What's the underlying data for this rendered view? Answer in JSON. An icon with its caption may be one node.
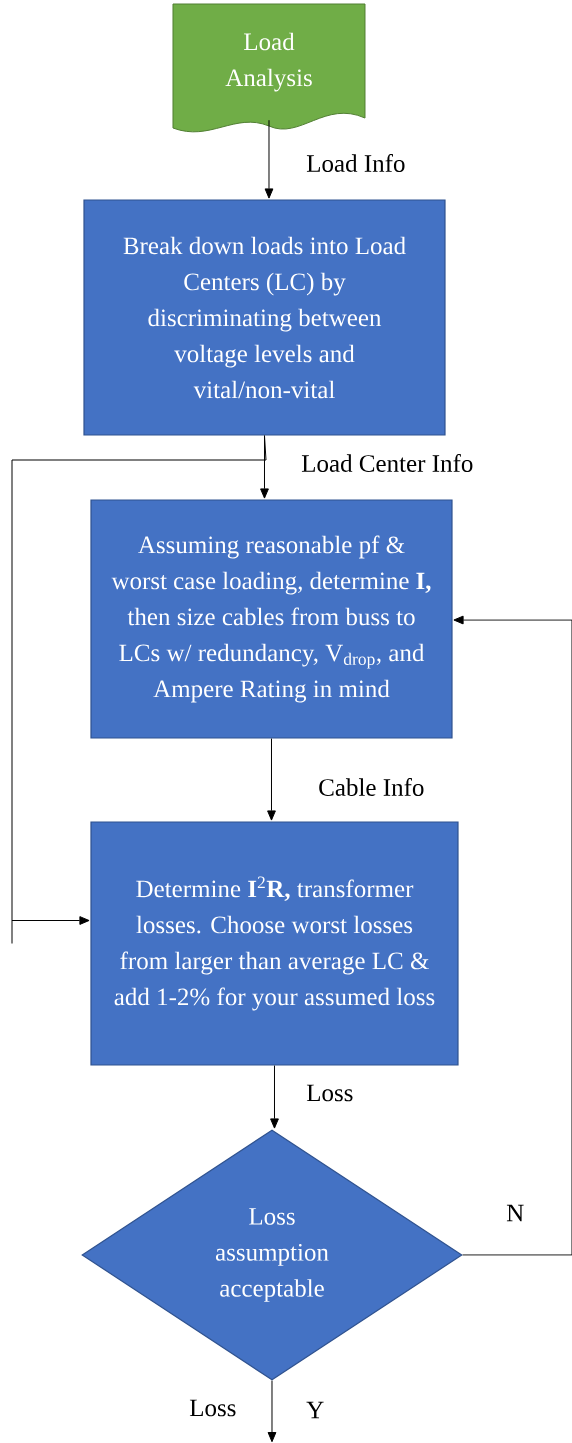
{
  "diagram": {
    "nodes": [
      {
        "text": [
          "Load Analysis"
        ]
      },
      {
        "text": [
          "Break down loads into Load Centers (LC) by discriminating between voltage levels and vital/non-vital"
        ]
      },
      {
        "text": [
          "Assuming reasonable pf & worst case loading, determine **I,** then size cables from buss to LCs w/ redundancy, V$_{drop}$, and Ampere Rating in mind"
        ]
      },
      {
        "text": [
          "Determine **I**$^{2}$**R,** transformer losses. Choose worst losses from larger than average LC & add 1-2% for your assumed loss"
        ]
      },
      {
        "text": [
          "Loss assumption acceptable"
        ]
      }
    ],
    "edges": [
      {
        "from": 0,
        "to": 1,
        "arrow": "to",
        "label": "Load Info"
      },
      {
        "from": 1,
        "to": 2,
        "arrow": "to",
        "label": "Load Center Info"
      },
      {
        "from": 1,
        "to": 3,
        "arrow": "to"
      },
      {
        "from": 2,
        "to": 3,
        "arrow": "to",
        "label": "Cable Info"
      },
      {
        "from": 3,
        "to": 4,
        "arrow": "to",
        "label": "Loss"
      },
      {
        "from": 4,
        "to": 2,
        "arrow": "to",
        "label": "N"
      },
      {
        "from": 4,
        "to": null,
        "arrow": "to",
        "label": "Y"
      }
    ],
    "labels": [
      "Loss"
    ]
  }
}
